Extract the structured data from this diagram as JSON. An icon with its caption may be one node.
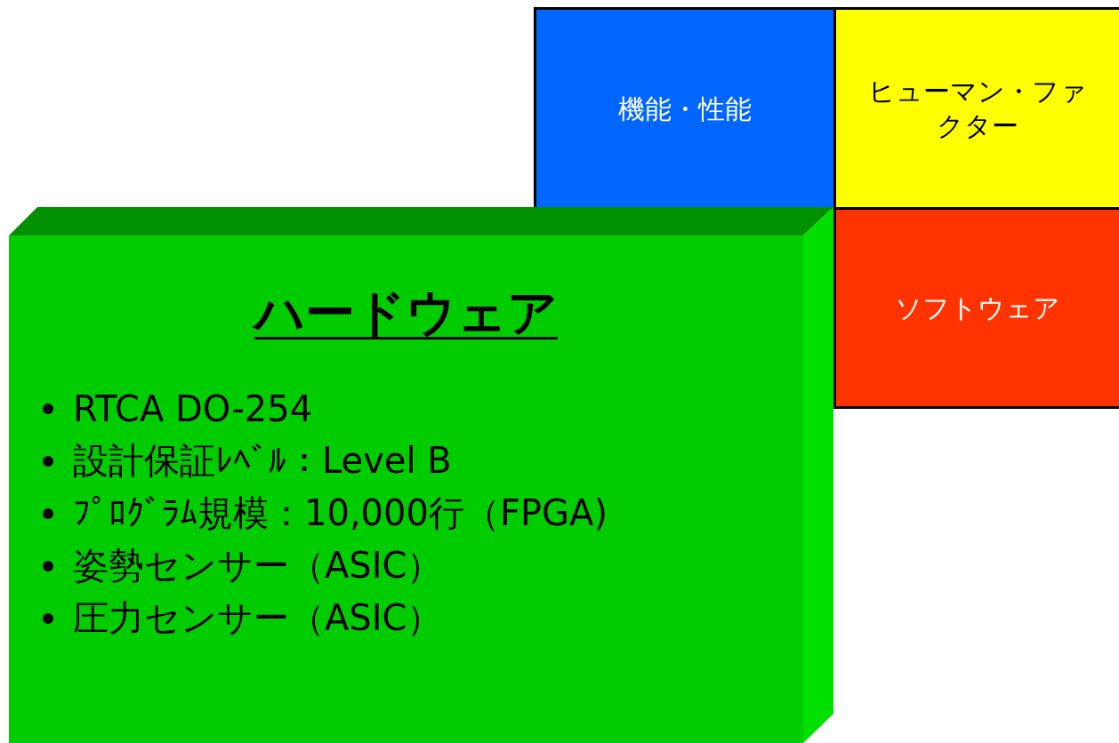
{
  "diagram": {
    "nodes": [
      {
        "text": [
          "機能・性能"
        ]
      },
      {
        "text": [
          "ヒューマン・ファクター"
        ]
      },
      {
        "text": [
          "ソフトウェア"
        ]
      },
      {
        "text": [
          "ハードウェア",
          "RTCA DO-254",
          "設計保証ﾚﾍﾞﾙ：Level B",
          "ﾌﾟﾛｸﾞﾗﾑ規模：10,000行（FPGA)",
          "姿勢センサー（ASIC）",
          "圧力センサー（ASIC）"
        ]
      }
    ]
  }
}
